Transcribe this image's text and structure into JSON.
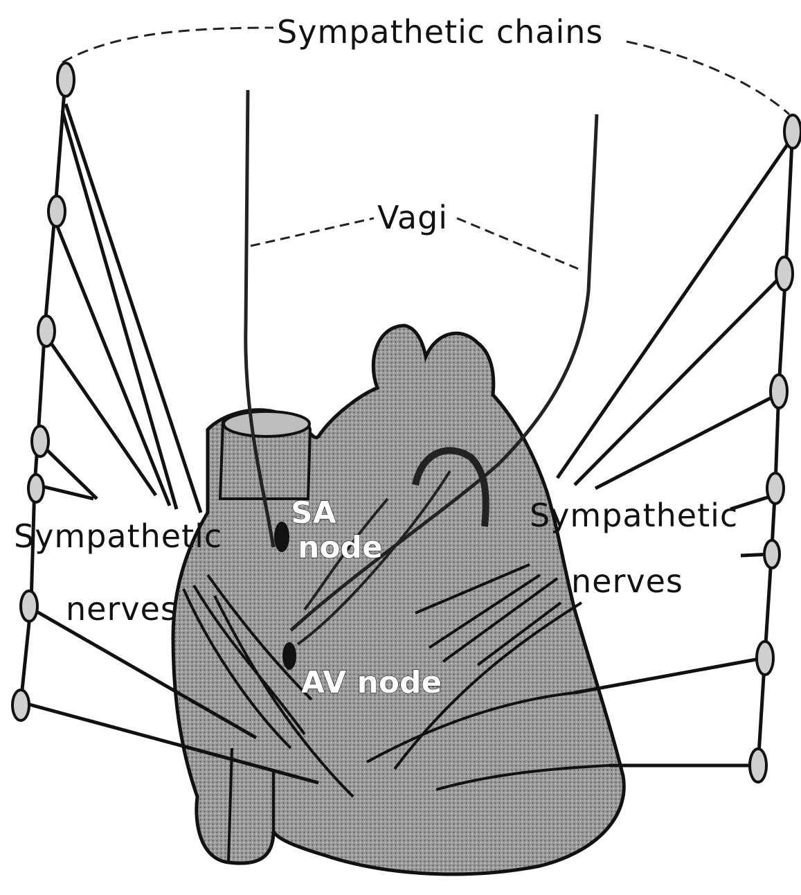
{
  "labels": {
    "sympathetic_chains": "Sympathetic chains",
    "vagi": "Vagi",
    "sa_node_line1": "SA",
    "sa_node_line2": "node",
    "av_node": "AV node",
    "left_sympathetic_line1": "Sympathetic",
    "left_sympathetic_line2": "nerves",
    "right_sympathetic_line1": "Sympathetic",
    "right_sympathetic_line2": "nerves"
  },
  "colors": {
    "heart_fill": "#8a8a8a",
    "ink": "#111111",
    "ganglion_fill": "#cfcfcf",
    "background": "#ffffff"
  }
}
